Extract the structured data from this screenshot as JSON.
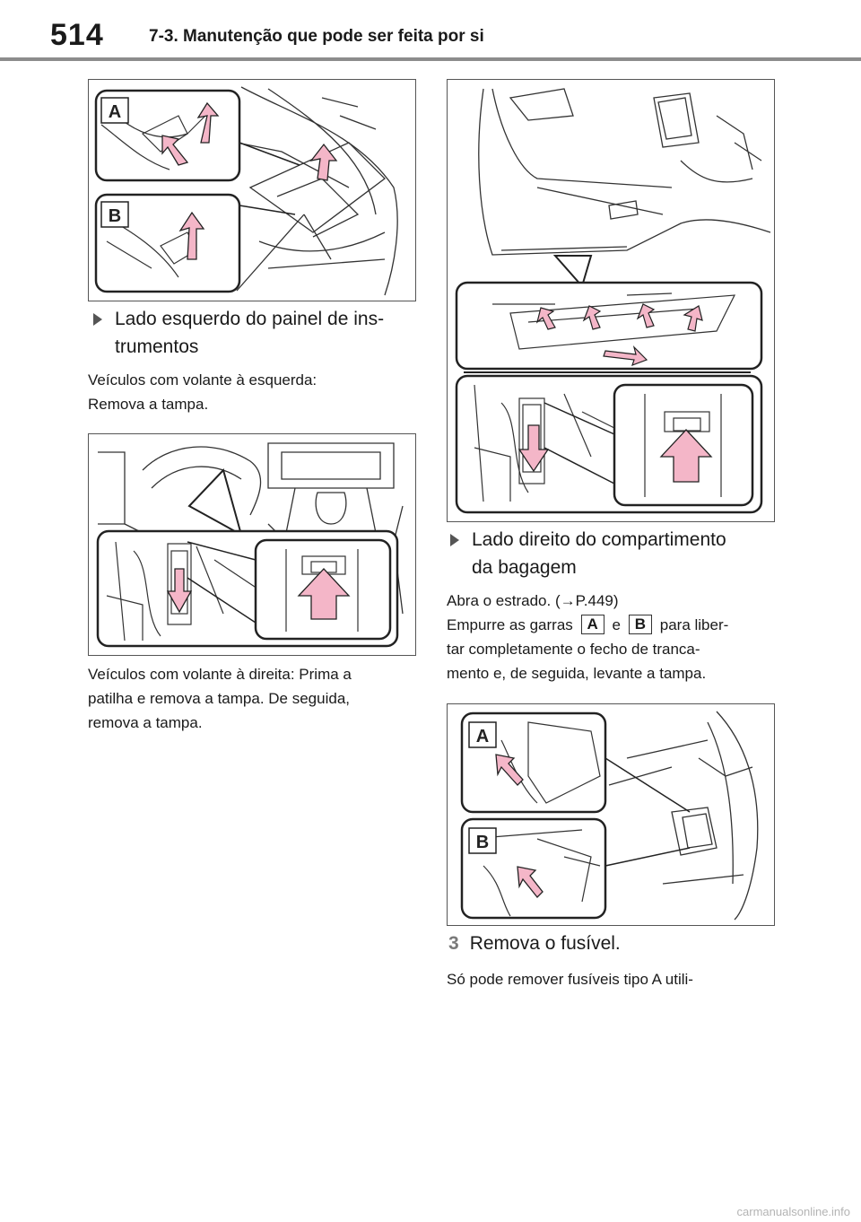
{
  "header": {
    "page_number": "514",
    "chapter_title": "7-3. Manutenção que pode ser feita por si"
  },
  "figures": {
    "fig1": {
      "label_a": "A",
      "label_b": "B"
    },
    "fig2": {},
    "fig3": {},
    "fig4": {
      "label_a": "A",
      "label_b": "B"
    }
  },
  "left": {
    "heading_line1": "Lado esquerdo do painel de ins-",
    "heading_line2": "trumentos",
    "lhd_line1": "Veículos com volante à esquerda:",
    "lhd_line2": "Remova a tampa.",
    "rhd_line1": "Veículos com volante à direita: Prima a",
    "rhd_line2": "patilha e remova a tampa. De seguida,",
    "rhd_line3": "remova a tampa."
  },
  "right": {
    "heading_line1": "Lado direito do compartimento",
    "heading_line2": "da bagagem",
    "open_text": "Abra o estrado. (",
    "arrow_symbol": "→",
    "page_ref": "P.449)",
    "push_prefix": "Empurre as garras",
    "tag_a": "A",
    "and_word": "e",
    "tag_b": "B",
    "push_suffix": "para liber-",
    "line3": "tar completamente o fecho de tranca-",
    "line4": "mento e, de seguida, levante a tampa.",
    "step_number": "3",
    "step_title": "Remova o fusível.",
    "step_text": "Só pode remover fusíveis tipo A utili-"
  },
  "footer": {
    "watermark": "carmanualsonline.info"
  },
  "colors": {
    "arrow_fill": "#f4b6c8",
    "rule": "#8c8c8c"
  }
}
